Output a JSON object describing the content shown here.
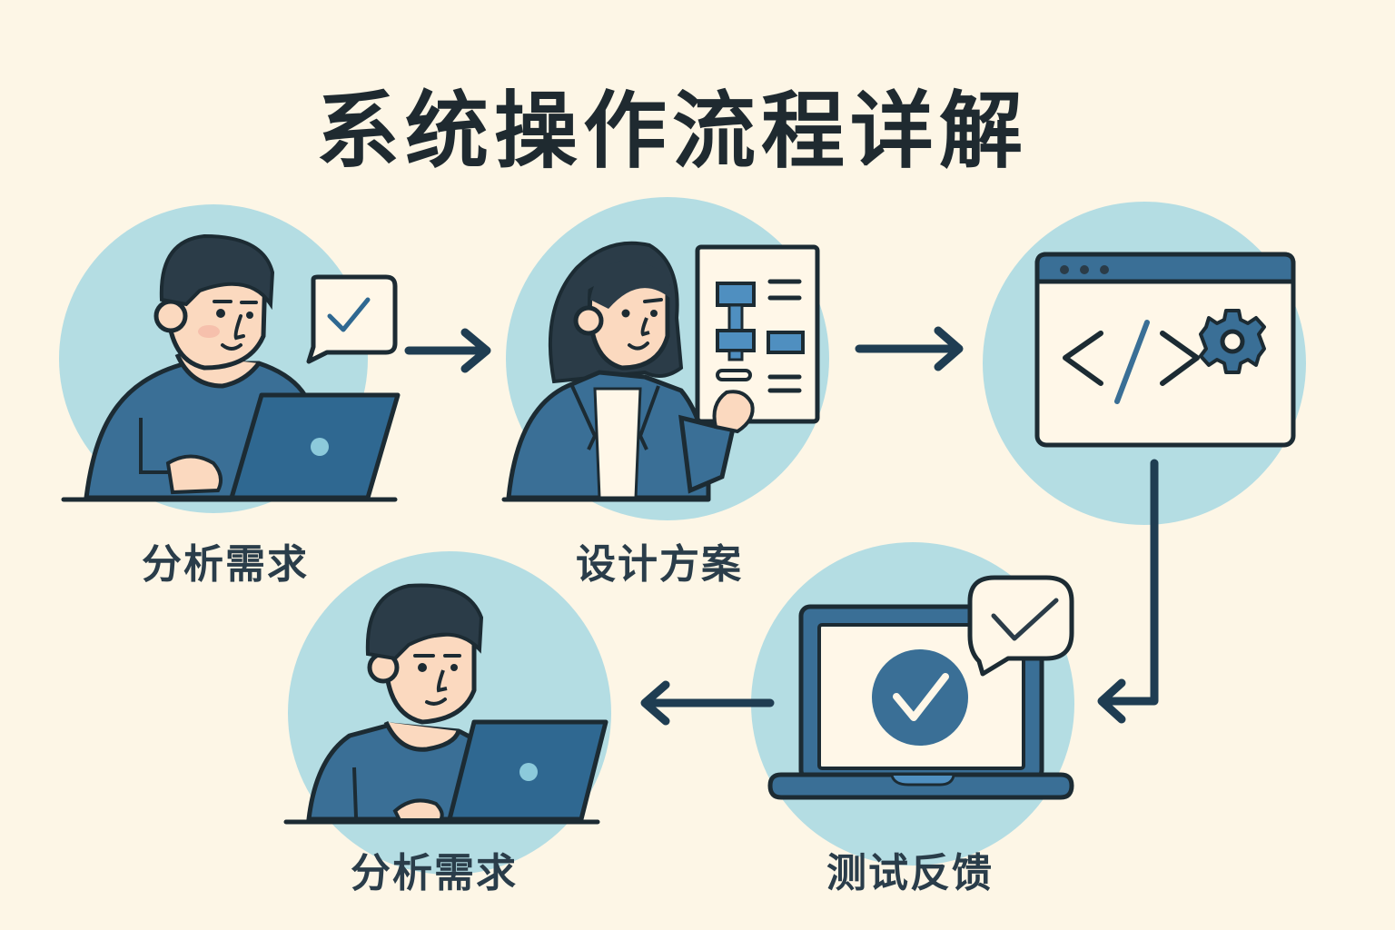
{
  "title": "系统操作流程详解",
  "colors": {
    "background": "#fdf6e6",
    "circle": "#b4dde3",
    "primary_blue": "#3a6f96",
    "dark_navy": "#1f3d52",
    "outline": "#1c2b33",
    "skin": "#fbd9bf",
    "paper": "#fff7e8"
  },
  "steps": [
    {
      "id": "step-1",
      "label": "分析需求",
      "illustration": "man-at-laptop-with-check-bubble"
    },
    {
      "id": "step-2",
      "label": "设计方案",
      "illustration": "woman-presenting-flowchart"
    },
    {
      "id": "step-3",
      "label": "",
      "illustration": "code-window-with-gear"
    },
    {
      "id": "step-4",
      "label": "测试反馈",
      "illustration": "laptop-with-check-and-bubble"
    },
    {
      "id": "step-5",
      "label": "分析需求",
      "illustration": "man-at-laptop"
    }
  ],
  "connectors": [
    {
      "from": "step-1",
      "to": "step-2",
      "direction": "right"
    },
    {
      "from": "step-2",
      "to": "step-3",
      "direction": "right"
    },
    {
      "from": "step-3",
      "to": "step-4",
      "direction": "down-left"
    },
    {
      "from": "step-4",
      "to": "step-5",
      "direction": "left"
    }
  ]
}
